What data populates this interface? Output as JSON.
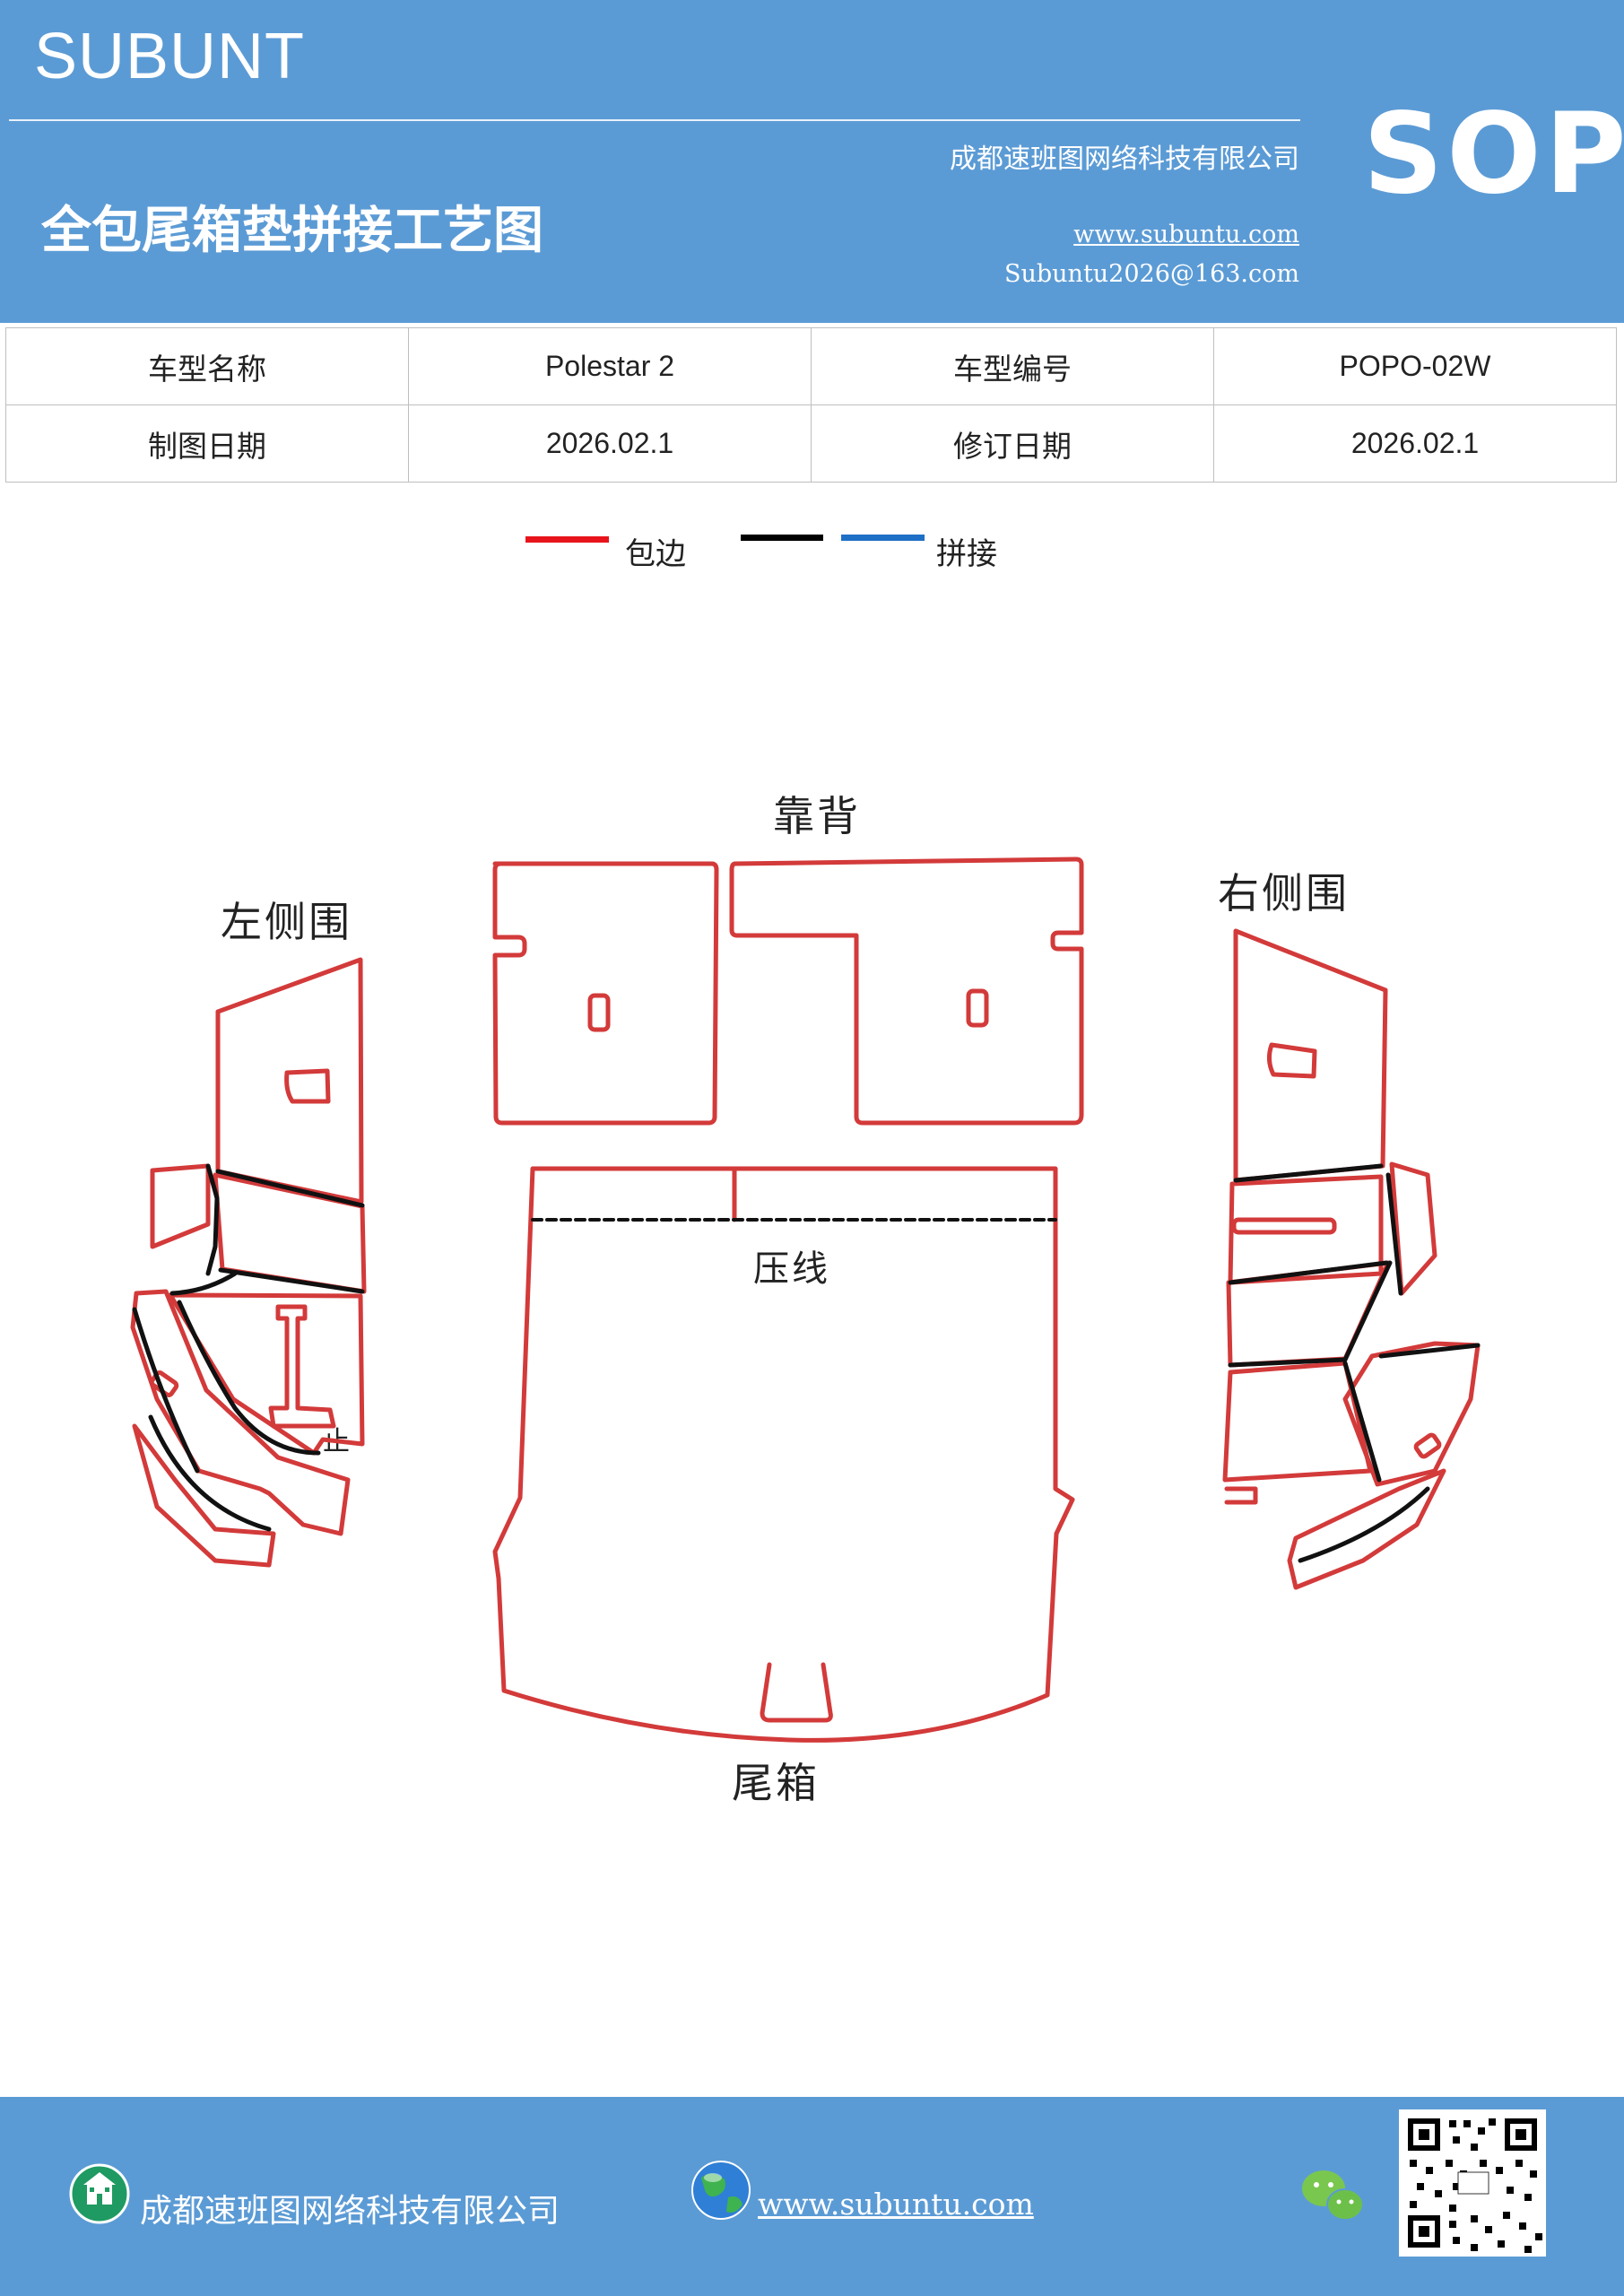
{
  "header": {
    "brand": "SUBUNT",
    "badge": "SOP",
    "company": "成都速班图网络科技有限公司",
    "title": "全包尾箱垫拼接工艺图",
    "website": "www.subuntu.com",
    "email": "Subuntu2026@163.com"
  },
  "info_table": {
    "rows": [
      [
        "车型名称",
        "Polestar  2",
        "车型编号",
        "POPO-02W"
      ],
      [
        "制图日期",
        "2026.02.1",
        "修订日期",
        "2026.02.1"
      ]
    ]
  },
  "legend": {
    "edge_label": "包边",
    "splice_label": "拼接",
    "colors": {
      "edge": "#e8141c",
      "splice_black": "#000000",
      "splice_blue": "#1e6fc6"
    }
  },
  "drawing": {
    "labels": {
      "back": "靠背",
      "left": "左侧围",
      "right": "右侧围",
      "press_line": "压线",
      "trunk": "尾箱",
      "mark": "止"
    },
    "colors": {
      "outline": "#d33a3a",
      "seam": "#111111"
    }
  },
  "footer": {
    "company": "成都速班图网络科技有限公司",
    "website": "www.subuntu.com",
    "icons": [
      "building-icon",
      "globe-icon",
      "wechat-icon",
      "qr-code"
    ]
  }
}
